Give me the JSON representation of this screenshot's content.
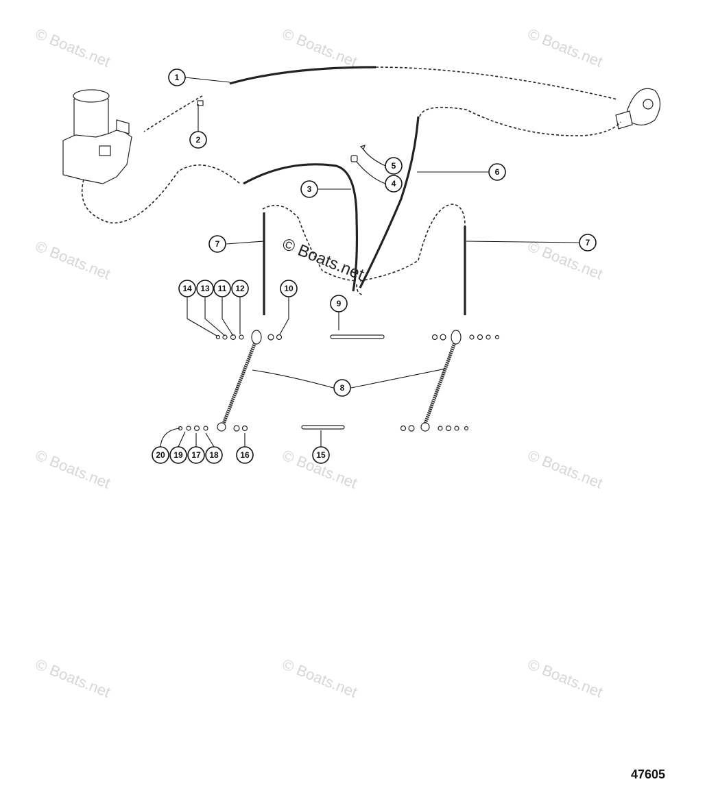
{
  "figure_number": "47605",
  "watermark_text": "© Boats.net",
  "callout_labels": [
    "1",
    "2",
    "3",
    "4",
    "5",
    "6",
    "7",
    "7",
    "8",
    "9",
    "10",
    "11",
    "12",
    "13",
    "14",
    "15",
    "16",
    "17",
    "18",
    "19",
    "20"
  ]
}
